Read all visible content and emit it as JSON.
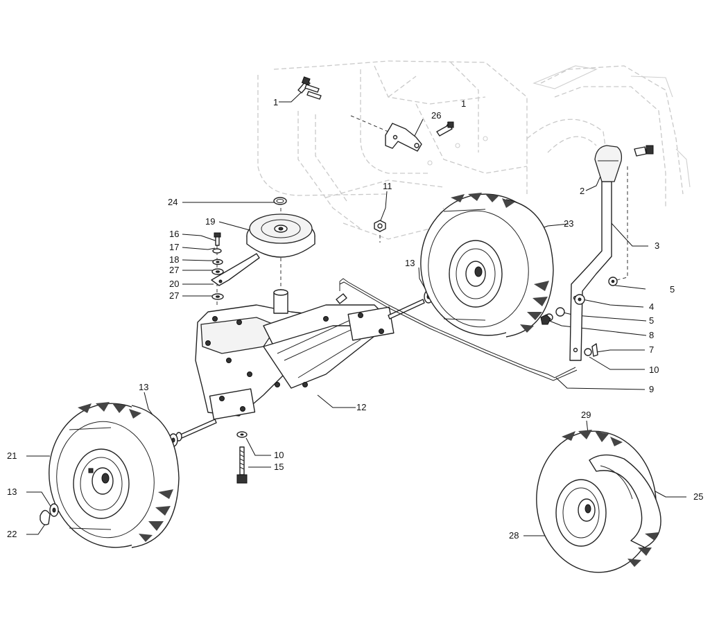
{
  "callouts": [
    {
      "id": "c1a",
      "label": "1"
    },
    {
      "id": "c1b",
      "label": "1"
    },
    {
      "id": "c2",
      "label": "2"
    },
    {
      "id": "c3",
      "label": "3"
    },
    {
      "id": "c4",
      "label": "4"
    },
    {
      "id": "c5a",
      "label": "5"
    },
    {
      "id": "c5b",
      "label": "5"
    },
    {
      "id": "c7",
      "label": "7"
    },
    {
      "id": "c8",
      "label": "8"
    },
    {
      "id": "c9",
      "label": "9"
    },
    {
      "id": "c10a",
      "label": "10"
    },
    {
      "id": "c10b",
      "label": "10"
    },
    {
      "id": "c11",
      "label": "11"
    },
    {
      "id": "c12",
      "label": "12"
    },
    {
      "id": "c13a",
      "label": "13"
    },
    {
      "id": "c13b",
      "label": "13"
    },
    {
      "id": "c13c",
      "label": "13"
    },
    {
      "id": "c15",
      "label": "15"
    },
    {
      "id": "c16",
      "label": "16"
    },
    {
      "id": "c17",
      "label": "17"
    },
    {
      "id": "c18",
      "label": "18"
    },
    {
      "id": "c19",
      "label": "19"
    },
    {
      "id": "c20",
      "label": "20"
    },
    {
      "id": "c21",
      "label": "21"
    },
    {
      "id": "c22",
      "label": "22"
    },
    {
      "id": "c23",
      "label": "23"
    },
    {
      "id": "c24",
      "label": "24"
    },
    {
      "id": "c25",
      "label": "25"
    },
    {
      "id": "c26",
      "label": "26"
    },
    {
      "id": "c27a",
      "label": "27"
    },
    {
      "id": "c27b",
      "label": "27"
    },
    {
      "id": "c28",
      "label": "28"
    },
    {
      "id": "c29",
      "label": "29"
    }
  ]
}
